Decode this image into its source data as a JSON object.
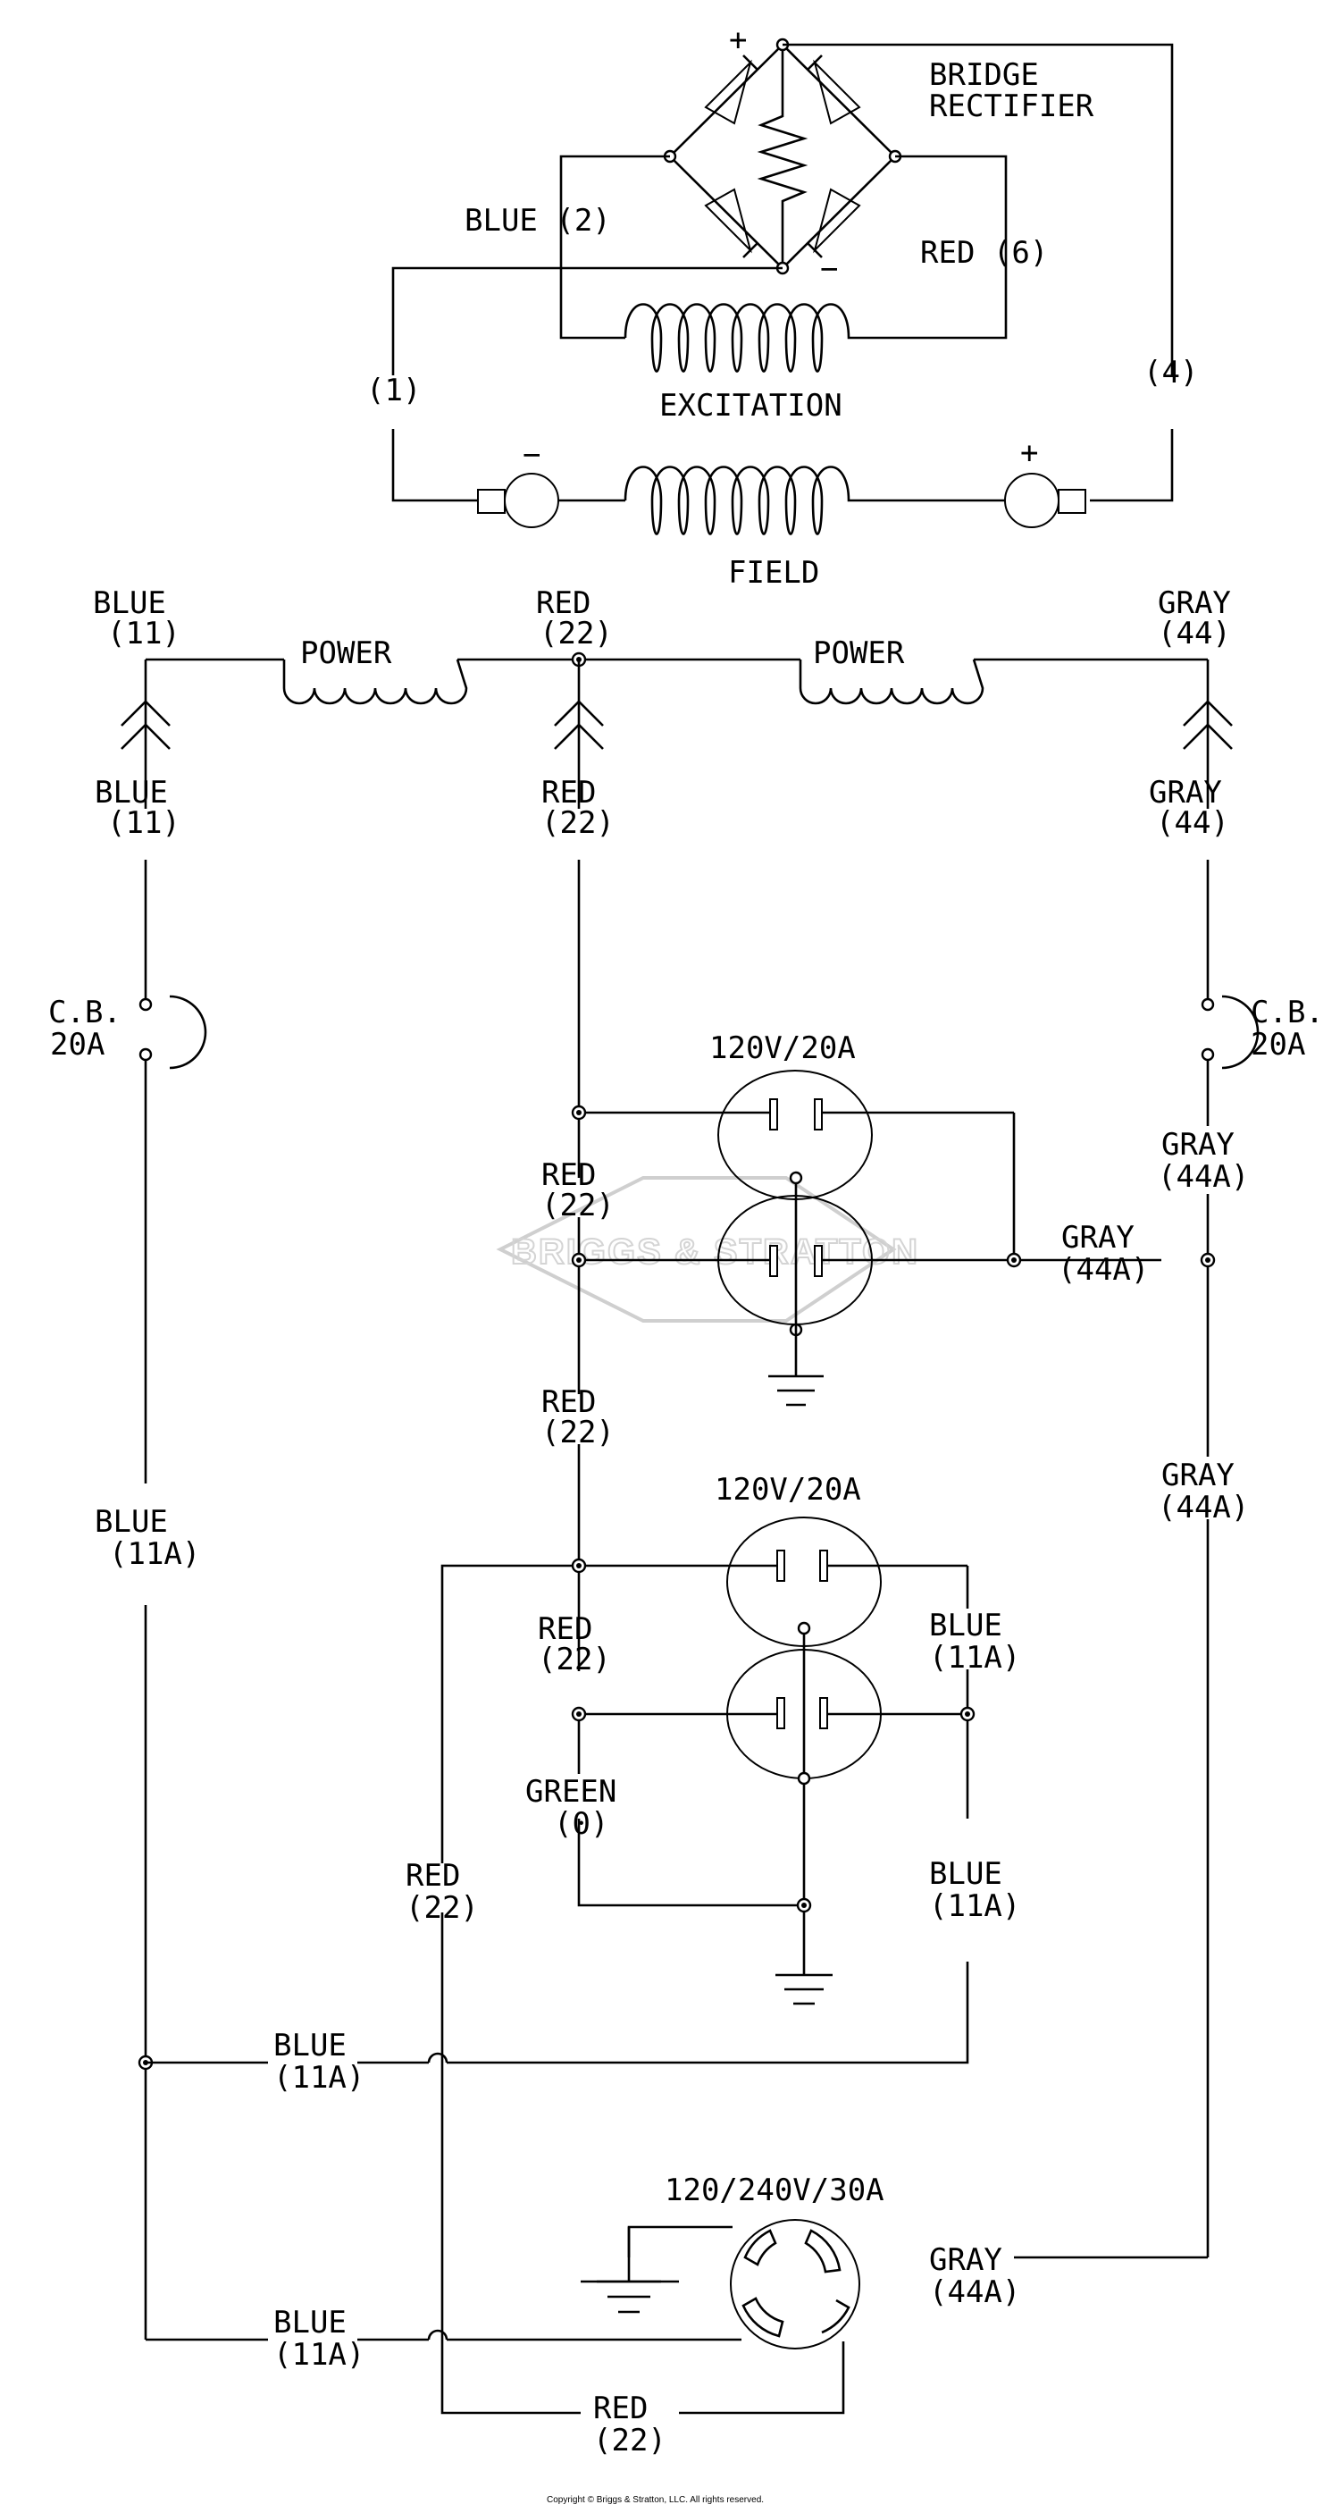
{
  "diagram": {
    "rectifier_title_line1": "BRIDGE",
    "rectifier_title_line2": "RECTIFIER",
    "plus_sign": "+",
    "minus_sign": "−",
    "wire_blue_2": "BLUE (2)",
    "wire_red_6": "RED (6)",
    "wire_1": "(1)",
    "wire_4": "(4)",
    "excitation": "EXCITATION",
    "field": "FIELD",
    "power": "POWER",
    "color_blue": "BLUE",
    "color_red": "RED",
    "color_gray": "GRAY",
    "color_green": "GREEN",
    "num_11": "(11)",
    "num_22": "(22)",
    "num_44": "(44)",
    "num_11a": "(11A)",
    "num_44a": "(44A)",
    "num_0": "(0)",
    "cb": "C.B.",
    "cb_rating": "20A",
    "outlet_rating_1": "120V/20A",
    "outlet_rating_2": "120V/20A",
    "outlet_rating_3": "120/240V/30A",
    "watermark": "BRIGGS & STRATTON",
    "copyright": "Copyright © Briggs & Stratton, LLC. All rights reserved."
  }
}
